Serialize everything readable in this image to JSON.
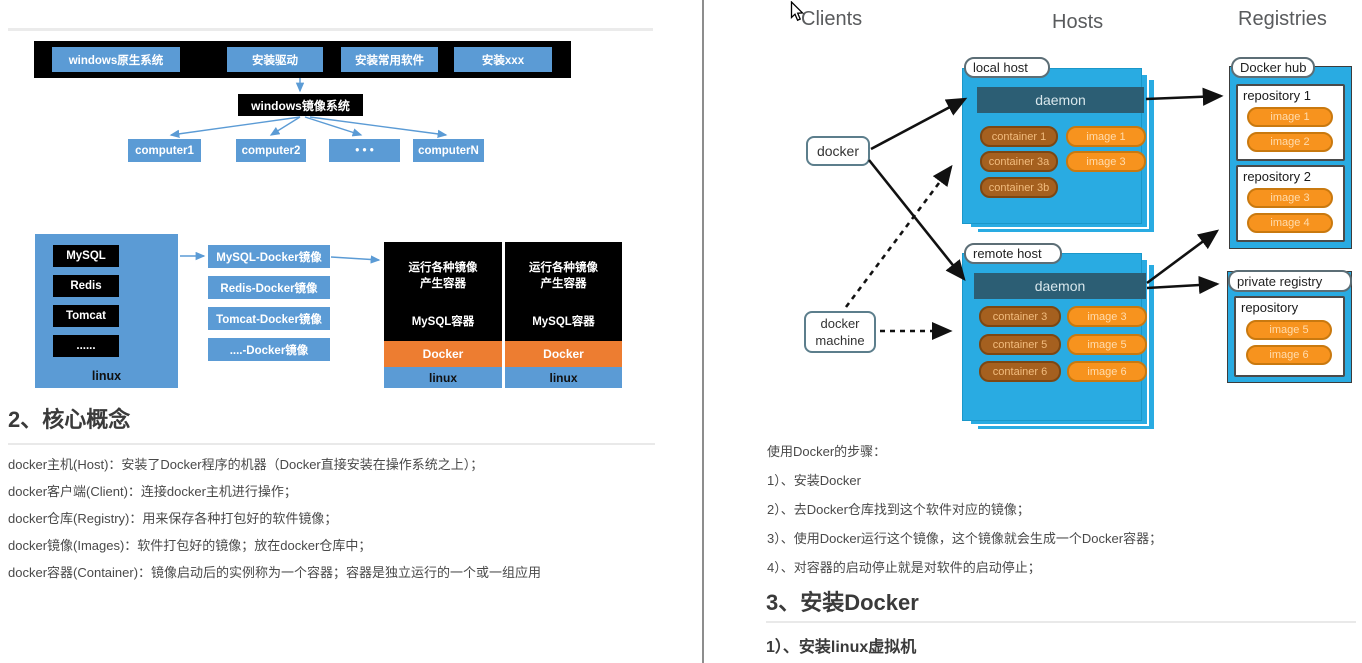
{
  "colors": {
    "left_blue": "#5b9bd5",
    "docker_orange": "#ed7d31",
    "diagram_cyan": "#29abe2",
    "daemon_teal": "#2c5e74",
    "container_pill_brown": "#a5601f",
    "image_pill_orange": "#f7931e",
    "heading_text": "#3a3a3a",
    "body_text": "#494949"
  },
  "left": {
    "os_evolution": {
      "base_steps": [
        "windows原生系统",
        "安装驱动",
        "安装常用软件",
        "安装xxx"
      ],
      "image_box": "windows镜像系统",
      "computers": [
        "computer1",
        "computer2",
        "• • •",
        "computerN"
      ]
    },
    "docker_flow": {
      "host_apps": [
        "MySQL",
        "Redis",
        "Tomcat",
        "......"
      ],
      "host_os": "linux",
      "images": [
        "MySQL-Docker镜像",
        "Redis-Docker镜像",
        "Tomcat-Docker镜像",
        "....-Docker镜像"
      ],
      "result_box": {
        "line1": "运行各种镜像",
        "line2": "产生容器",
        "sub": "MySQL容器",
        "engine": "Docker",
        "os": "linux"
      }
    },
    "section_heading": "2、核心概念",
    "paragraphs": [
      "docker主机(Host)：安装了Docker程序的机器（Docker直接安装在操作系统之上）；",
      "docker客户端(Client)：连接docker主机进行操作；",
      "docker仓库(Registry)：用来保存各种打包好的软件镜像；",
      "docker镜像(Images)：软件打包好的镜像；放在docker仓库中；",
      "docker容器(Container)：镜像启动后的实例称为一个容器；容器是独立运行的一个或一组应用"
    ]
  },
  "right": {
    "column_headers": [
      "Clients",
      "Hosts",
      "Registries"
    ],
    "diagram": {
      "docker": "docker",
      "docker_machine_line1": "docker",
      "docker_machine_line2": "machine",
      "local_host": {
        "label": "local host",
        "daemon": "daemon",
        "containers": [
          "container 1",
          "container 3a",
          "container 3b"
        ],
        "images": [
          "image 1",
          "image 3"
        ]
      },
      "remote_host": {
        "label": "remote host",
        "daemon": "daemon",
        "containers": [
          "container 3",
          "container 5",
          "container 6"
        ],
        "images": [
          "image 3",
          "image 5",
          "image 6"
        ]
      },
      "docker_hub": {
        "label": "Docker hub",
        "repo1": {
          "name": "repository 1",
          "images": [
            "image 1",
            "image 2"
          ]
        },
        "repo2": {
          "name": "repository 2",
          "images": [
            "image 3",
            "image 4"
          ]
        }
      },
      "private_registry": {
        "label": "private registry",
        "repo": {
          "name": "repository",
          "images": [
            "image 5",
            "image 6"
          ]
        }
      }
    },
    "steps_title": "使用Docker的步骤：",
    "steps": [
      "1）、安装Docker",
      "2）、去Docker仓库找到这个软件对应的镜像；",
      "3）、使用Docker运行这个镜像，这个镜像就会生成一个Docker容器；",
      "4）、对容器的启动停止就是对软件的启动停止；"
    ],
    "section_heading": "3、安装Docker",
    "subsection_heading": "1）、安装linux虚拟机"
  }
}
